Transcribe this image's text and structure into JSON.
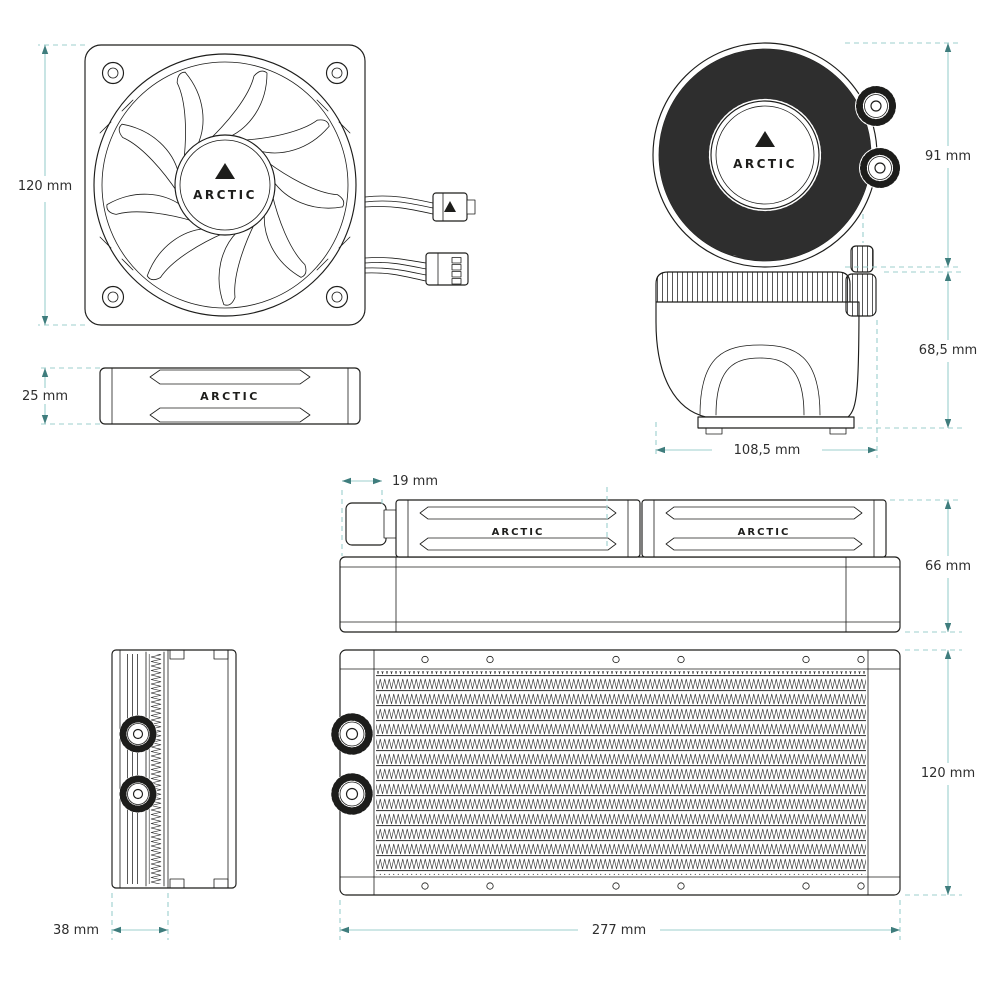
{
  "brand": "ARCTIC",
  "colors": {
    "drawing": "#1d1d1b",
    "dimension_line": "#9ccfcd",
    "dimension_text": "#2e2e2e",
    "arrow": "#3f7d7d",
    "background": "#ffffff"
  },
  "dimensions": {
    "fan_size": "120 mm",
    "fan_thickness": "25 mm",
    "pump_diameter": "91 mm",
    "pump_height": "68,5 mm",
    "pump_width": "108,5 mm",
    "fitting_offset": "19 mm",
    "cooler_total_height": "66 mm",
    "radiator_width": "120 mm",
    "radiator_depth": "38 mm",
    "radiator_length": "277 mm"
  }
}
